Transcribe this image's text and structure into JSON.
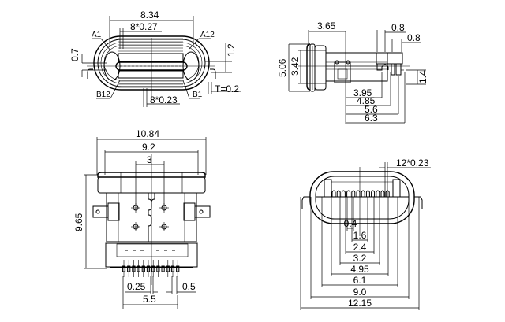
{
  "title": "USB Type-C receptacle dimensional drawing",
  "colors": {
    "line": "#000000",
    "background": "#ffffff"
  },
  "views": {
    "front_top": {
      "width": "8.34",
      "pitch_top": "8*0.27",
      "pitch_bottom": "8*0.23",
      "height_left": "0.7",
      "height_right": "1.2",
      "thickness": "T=0.2",
      "pins": {
        "a1": "A1",
        "a12": "A12",
        "b12": "B12",
        "b1": "B1"
      }
    },
    "side": {
      "front_depth": "3.65",
      "tab_width1": "0.8",
      "tab_width2": "0.8",
      "outer_height": "5.06",
      "inner_height": "3.42",
      "leg_height": "1.4",
      "len1": "3.95",
      "len2": "4.85",
      "len3": "5.6",
      "len4": "6.3"
    },
    "top": {
      "overall_width": "10.84",
      "body_width": "9.2",
      "hole_spacing": "3",
      "overall_length": "9.65",
      "pin_pitch": "0.25",
      "pin_width": "0.5",
      "pin_span": "5.5"
    },
    "front_bottom": {
      "pin_width": "12*0.23",
      "dims": [
        "0.4",
        "1.6",
        "2.4",
        "3.2",
        "4.95",
        "6.1",
        "9.0",
        "12.15"
      ]
    }
  }
}
